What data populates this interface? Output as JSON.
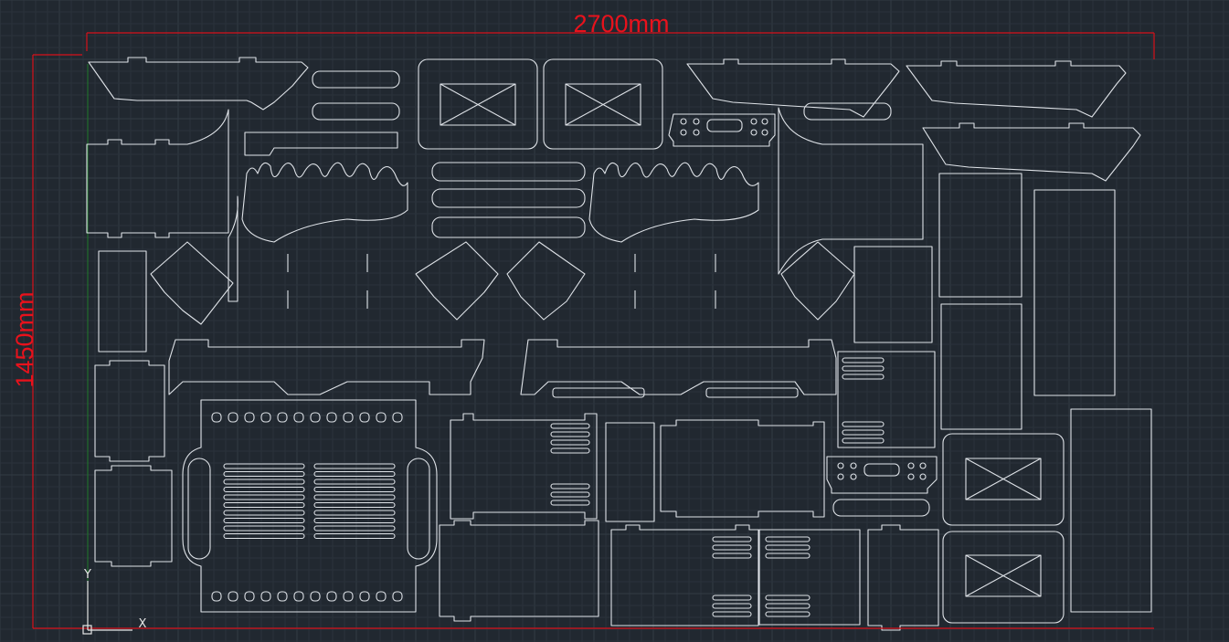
{
  "dimensions": {
    "width_label": "2700mm",
    "height_label": "1450mm"
  },
  "ucs": {
    "x_label": "X",
    "y_label": "Y"
  },
  "colors": {
    "background": "#212830",
    "part_outline": "#dfe3e8",
    "dimension": "#d8101a"
  },
  "icons": [
    "ucs-icon"
  ]
}
